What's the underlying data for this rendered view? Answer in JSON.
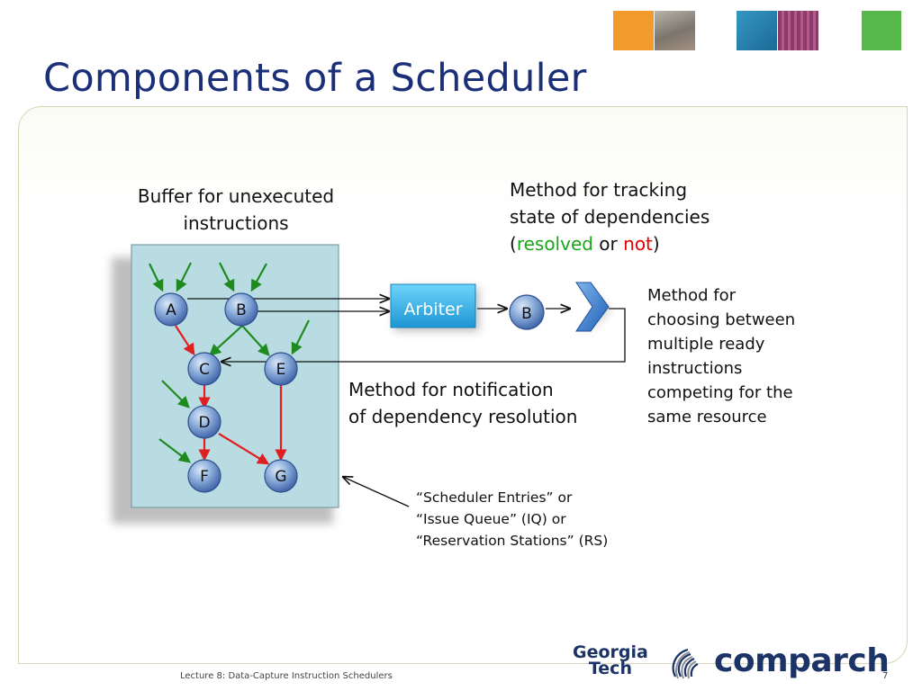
{
  "slide": {
    "title": "Components of a Scheduler",
    "footer": "Lecture 8: Data-Capture Instruction Schedulers",
    "page_number": "7"
  },
  "labels": {
    "buffer_line1": "Buffer for unexecuted",
    "buffer_line2": "instructions",
    "tracking_line1": "Method for tracking",
    "tracking_line2": "state of dependencies",
    "tracking_open_paren": "(",
    "tracking_resolved": "resolved",
    "tracking_or": " or ",
    "tracking_not": "not",
    "tracking_close_paren": ")",
    "notification_line1": "Method for notification",
    "notification_line2": "of dependency resolution",
    "choosing_lines": [
      "Method for",
      "choosing between",
      "multiple ready",
      "instructions",
      "competing for the",
      "same resource"
    ],
    "entries_lines": [
      "“Scheduler Entries” or",
      "“Issue Queue” (IQ) or",
      "“Reservation Stations” (RS)"
    ]
  },
  "nodes": {
    "A": "A",
    "B": "B",
    "C": "C",
    "D": "D",
    "E": "E",
    "F": "F",
    "G": "G",
    "selected": "B"
  },
  "arbiter": {
    "label": "Arbiter"
  },
  "logos": {
    "georgia_line1": "Georgia",
    "georgia_line2": "Tech",
    "comparch": "comparch"
  },
  "colors": {
    "title": "#1b2f78",
    "node_fill": "#4f76b8",
    "buffer_fill": "#b9dce2",
    "arbiter_fill": "#38b4e8",
    "resolved": "#1aa51a",
    "not_resolved": "#e40000",
    "green_arrow": "#1f8a1f",
    "red_arrow": "#e02020"
  }
}
